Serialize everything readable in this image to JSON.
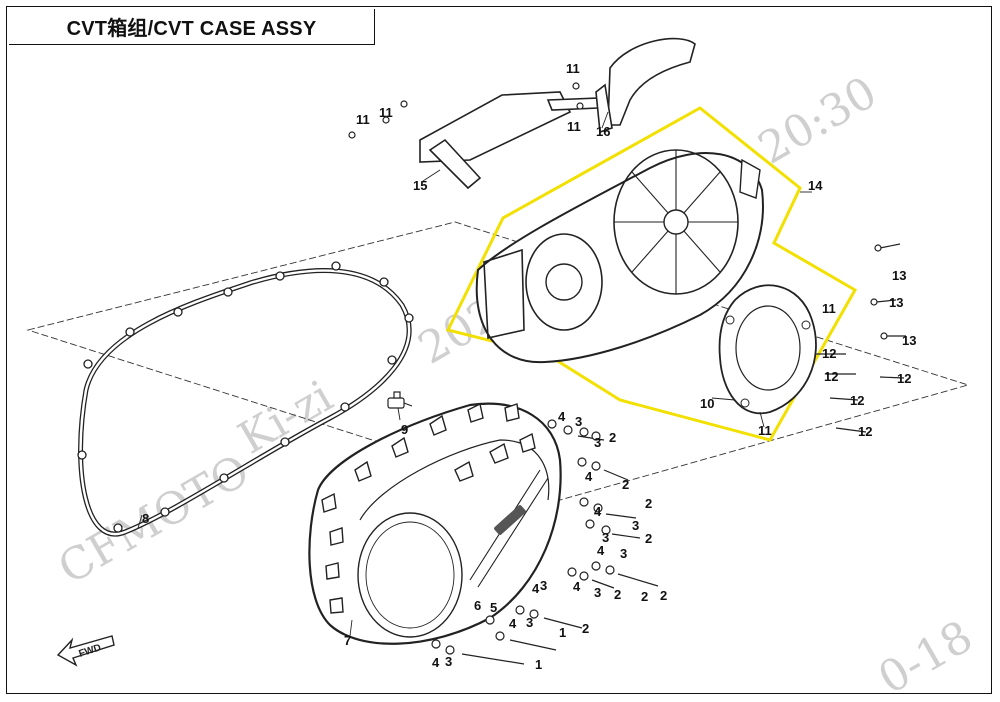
{
  "title": "CVT箱组/CVT CASE ASSY",
  "watermarks": [
    "CFMOTO",
    "Ki-zi",
    "2022-",
    "20:30",
    "0-18"
  ],
  "fwd_label": "FWD",
  "colors": {
    "highlight": "#f2e000",
    "line": "#222222",
    "watermark": "#cfcfcf"
  },
  "callouts": [
    {
      "label": "11"
    },
    {
      "label": "11"
    },
    {
      "label": "11"
    },
    {
      "label": "11"
    },
    {
      "label": "16"
    },
    {
      "label": "15"
    },
    {
      "label": "14"
    },
    {
      "label": "13"
    },
    {
      "label": "13"
    },
    {
      "label": "13"
    },
    {
      "label": "11"
    },
    {
      "label": "12"
    },
    {
      "label": "12"
    },
    {
      "label": "12"
    },
    {
      "label": "12"
    },
    {
      "label": "12"
    },
    {
      "label": "10"
    },
    {
      "label": "11"
    },
    {
      "label": "9"
    },
    {
      "label": "8"
    },
    {
      "label": "4"
    },
    {
      "label": "3"
    },
    {
      "label": "2"
    },
    {
      "label": "3"
    },
    {
      "label": "4"
    },
    {
      "label": "2"
    },
    {
      "label": "4"
    },
    {
      "label": "2"
    },
    {
      "label": "3"
    },
    {
      "label": "2"
    },
    {
      "label": "3"
    },
    {
      "label": "4"
    },
    {
      "label": "3"
    },
    {
      "label": "2"
    },
    {
      "label": "4"
    },
    {
      "label": "3"
    },
    {
      "label": "2"
    },
    {
      "label": "2"
    },
    {
      "label": "4"
    },
    {
      "label": "3"
    },
    {
      "label": "5"
    },
    {
      "label": "6"
    },
    {
      "label": "4"
    },
    {
      "label": "3"
    },
    {
      "label": "1"
    },
    {
      "label": "2"
    },
    {
      "label": "4"
    },
    {
      "label": "3"
    },
    {
      "label": "1"
    },
    {
      "label": "7"
    }
  ]
}
